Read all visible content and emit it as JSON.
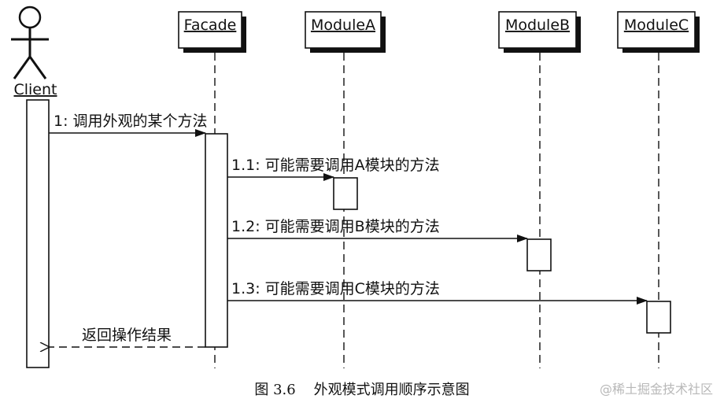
{
  "actor": {
    "name": "Client"
  },
  "objects": [
    {
      "id": "facade",
      "name": "Facade"
    },
    {
      "id": "moduleA",
      "name": "ModuleA"
    },
    {
      "id": "moduleB",
      "name": "ModuleB"
    },
    {
      "id": "moduleC",
      "name": "ModuleC"
    }
  ],
  "messages": [
    {
      "label": "1: 调用外观的某个方法",
      "from": "Client",
      "to": "Facade"
    },
    {
      "label": "1.1: 可能需要调用A模块的方法",
      "from": "Facade",
      "to": "ModuleA"
    },
    {
      "label": "1.2: 可能需要调用B模块的方法",
      "from": "Facade",
      "to": "ModuleB"
    },
    {
      "label": "1.3: 可能需要调用C模块的方法",
      "from": "Facade",
      "to": "ModuleC"
    },
    {
      "label": "返回操作结果",
      "from": "Facade",
      "to": "Client",
      "kind": "return"
    }
  ],
  "caption": "图 3.6    外观模式调用顺序示意图",
  "watermark": "@稀土掘金技术社区"
}
